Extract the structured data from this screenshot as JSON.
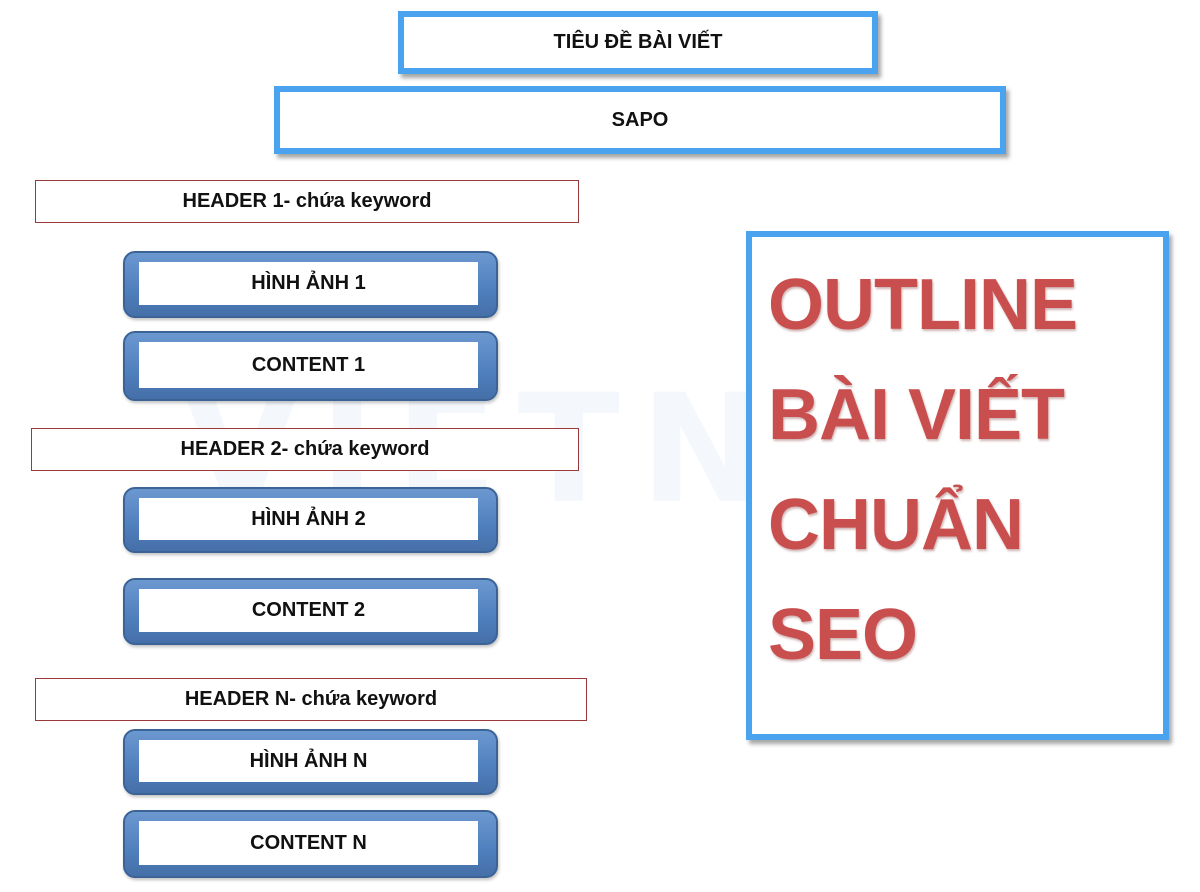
{
  "watermark": "VIETNIX",
  "title_box": "TIÊU ĐỀ BÀI VIẾT",
  "sapo_box": "SAPO",
  "sections": [
    {
      "header": "HEADER 1- chứa keyword",
      "image": "HÌNH ẢNH 1",
      "content": "CONTENT 1"
    },
    {
      "header": "HEADER 2- chứa keyword",
      "image": "HÌNH ẢNH 2",
      "content": "CONTENT 2"
    },
    {
      "header": "HEADER N- chứa keyword",
      "image": "HÌNH ẢNH N",
      "content": "CONTENT N"
    }
  ],
  "outline_panel": {
    "lines": [
      "OUTLINE",
      "BÀI VIẾT",
      "CHUẨN",
      "SEO"
    ]
  },
  "colors": {
    "blue_frame": "#4aa3ee",
    "pill_blue": "#4f7fbd",
    "header_border": "#9a3a3a",
    "outline_text": "#c94f4f"
  }
}
